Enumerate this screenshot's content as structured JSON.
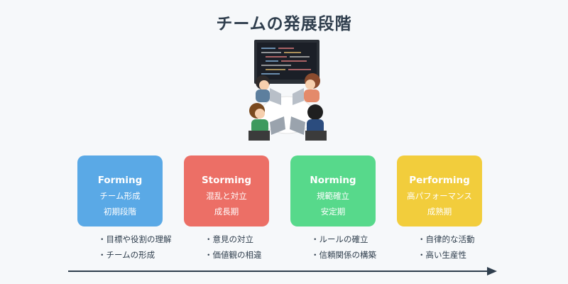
{
  "title": "チームの発展段階",
  "stages": [
    {
      "name": "Forming",
      "line1": "チーム形成",
      "line2": "初期段階",
      "color": "#5aa9e6",
      "points": [
        "目標や役割の理解",
        "チームの形成"
      ]
    },
    {
      "name": "Storming",
      "line1": "混乱と対立",
      "line2": "成長期",
      "color": "#ec6f66",
      "points": [
        "意見の対立",
        "価値観の相違"
      ]
    },
    {
      "name": "Norming",
      "line1": "規範確立",
      "line2": "安定期",
      "color": "#57d98b",
      "points": [
        "ルールの確立",
        "信頼関係の構築"
      ]
    },
    {
      "name": "Performing",
      "line1": "高パフォーマンス",
      "line2": "成熟期",
      "color": "#f2cd3c",
      "points": [
        "自律的な活動",
        "高い生産性"
      ]
    }
  ]
}
